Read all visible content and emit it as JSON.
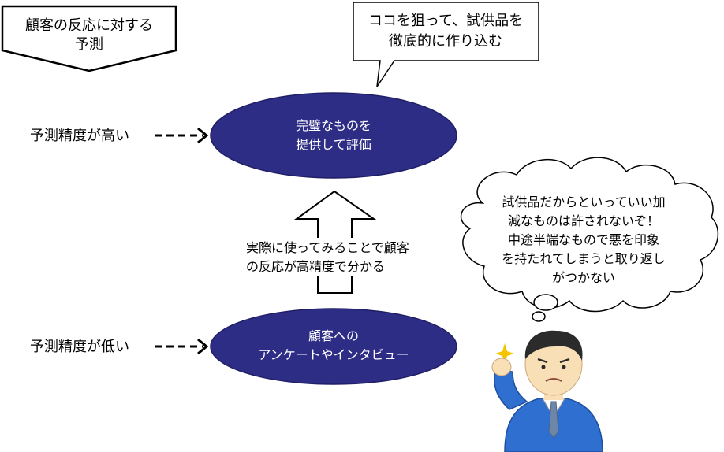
{
  "header_tag": {
    "line1": "顧客の反応に対する",
    "line2": "予測"
  },
  "top_callout": {
    "line1": "ココを狙って、試供品を",
    "line2": "徹底的に作り込む"
  },
  "levels": {
    "high_label": "予測精度が高い",
    "low_label": "予測精度が低い"
  },
  "top_node": {
    "line1": "完璧なものを",
    "line2": "提供して評価"
  },
  "bottom_node": {
    "line1": "顧客への",
    "line2": "アンケートやインタビュー"
  },
  "up_arrow_caption": {
    "line1": "実際に使ってみることで顧客",
    "line2": "の反応が高精度で分かる"
  },
  "thought_bubble": {
    "line1": "試供品だからといっていい加",
    "line2": "減なものは許されないぞ！",
    "line3": "中途半端なもので悪を印象",
    "line4": "を持たれてしまうと取り返し",
    "line5": "がつかない"
  },
  "colors": {
    "node_fill": "#2E2D86",
    "node_text": "#ffffff",
    "suit": "#2F6FD0",
    "skin": "#F9DFB5",
    "hair": "#2B2B2B"
  }
}
